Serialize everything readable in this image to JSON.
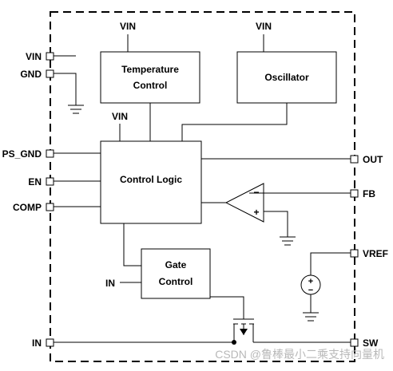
{
  "pins": {
    "vin": "VIN",
    "gnd": "GND",
    "ps_gnd": "PS_GND",
    "en": "EN",
    "comp": "COMP",
    "in": "IN",
    "out": "OUT",
    "fb": "FB",
    "vref": "VREF",
    "sw": "SW"
  },
  "blocks": {
    "temperature_line1": "Temperature",
    "temperature_line2": "Control",
    "oscillator": "Oscillator",
    "control_logic": "Control Logic",
    "gate_line1": "Gate",
    "gate_line2": "Control"
  },
  "labels": {
    "vin_temp": "VIN",
    "vin_osc": "VIN",
    "vin_logic": "VIN",
    "gate_in": "IN",
    "opamp_minus": "−",
    "opamp_plus": "+",
    "source_plus": "+",
    "source_minus": "−"
  },
  "watermark": "CSDN @鲁棒最小二乘支持向量机"
}
